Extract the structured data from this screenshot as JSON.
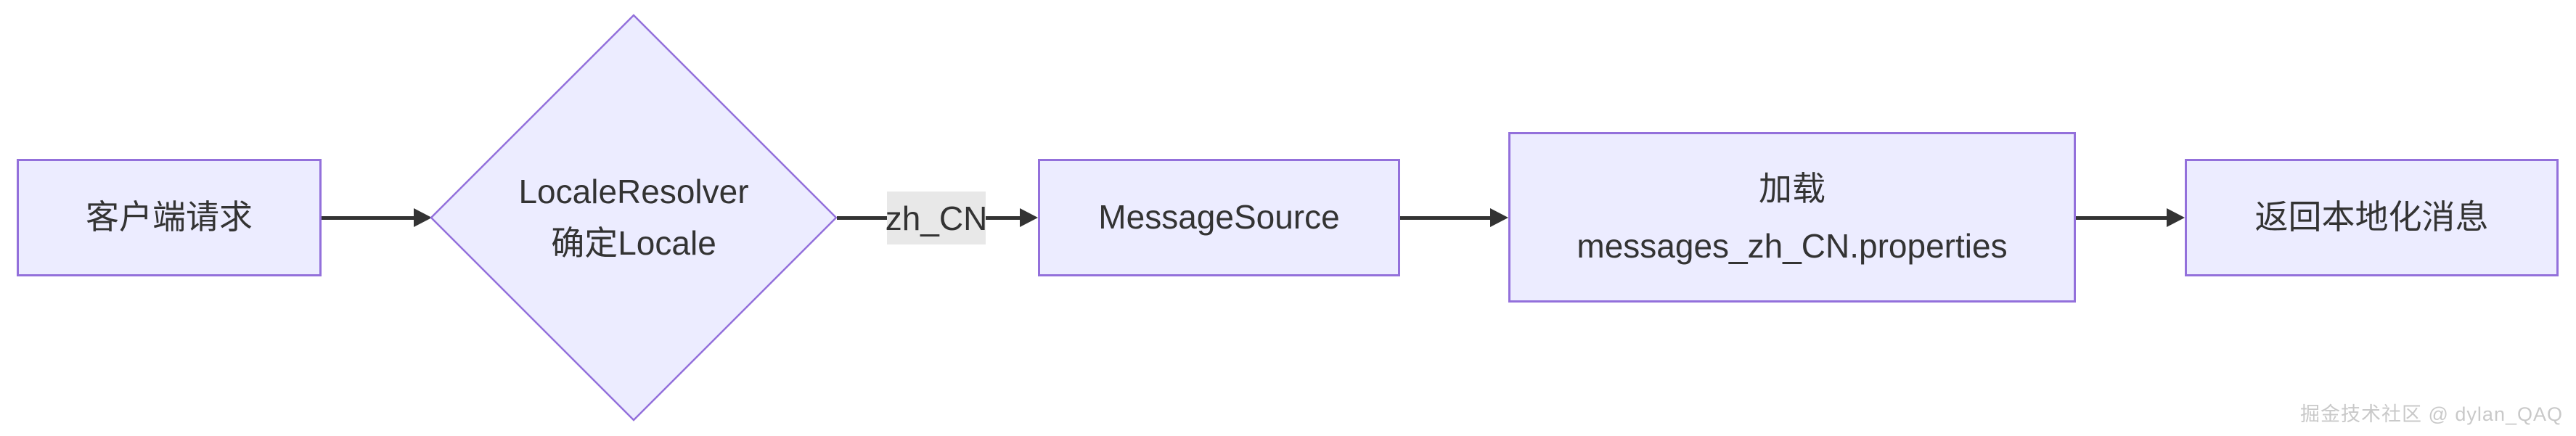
{
  "diagram": {
    "type": "flowchart",
    "direction": "left-to-right",
    "colors": {
      "node-fill": "#ECECFF",
      "node-border": "#9370DB",
      "edge-color": "#333333",
      "text-color": "#333333",
      "edge-label-bg": "#e8e8e8",
      "watermark-color": "#c9c9c9"
    },
    "nodes": [
      {
        "id": "client",
        "shape": "rectangle",
        "label": "客户端请求"
      },
      {
        "id": "localeResolver",
        "shape": "diamond",
        "label": "LocaleResolver\n确定Locale"
      },
      {
        "id": "messageSource",
        "shape": "rectangle",
        "label": "MessageSource"
      },
      {
        "id": "loadProperties",
        "shape": "rectangle",
        "label": "加载\nmessages_zh_CN.properties"
      },
      {
        "id": "returnMessage",
        "shape": "rectangle",
        "label": "返回本地化消息"
      }
    ],
    "edges": [
      {
        "from": "client",
        "to": "localeResolver",
        "label": ""
      },
      {
        "from": "localeResolver",
        "to": "messageSource",
        "label": "zh_CN"
      },
      {
        "from": "messageSource",
        "to": "loadProperties",
        "label": ""
      },
      {
        "from": "loadProperties",
        "to": "returnMessage",
        "label": ""
      }
    ]
  },
  "watermark": {
    "text": "掘金技术社区 @ dylan_QAQ"
  }
}
